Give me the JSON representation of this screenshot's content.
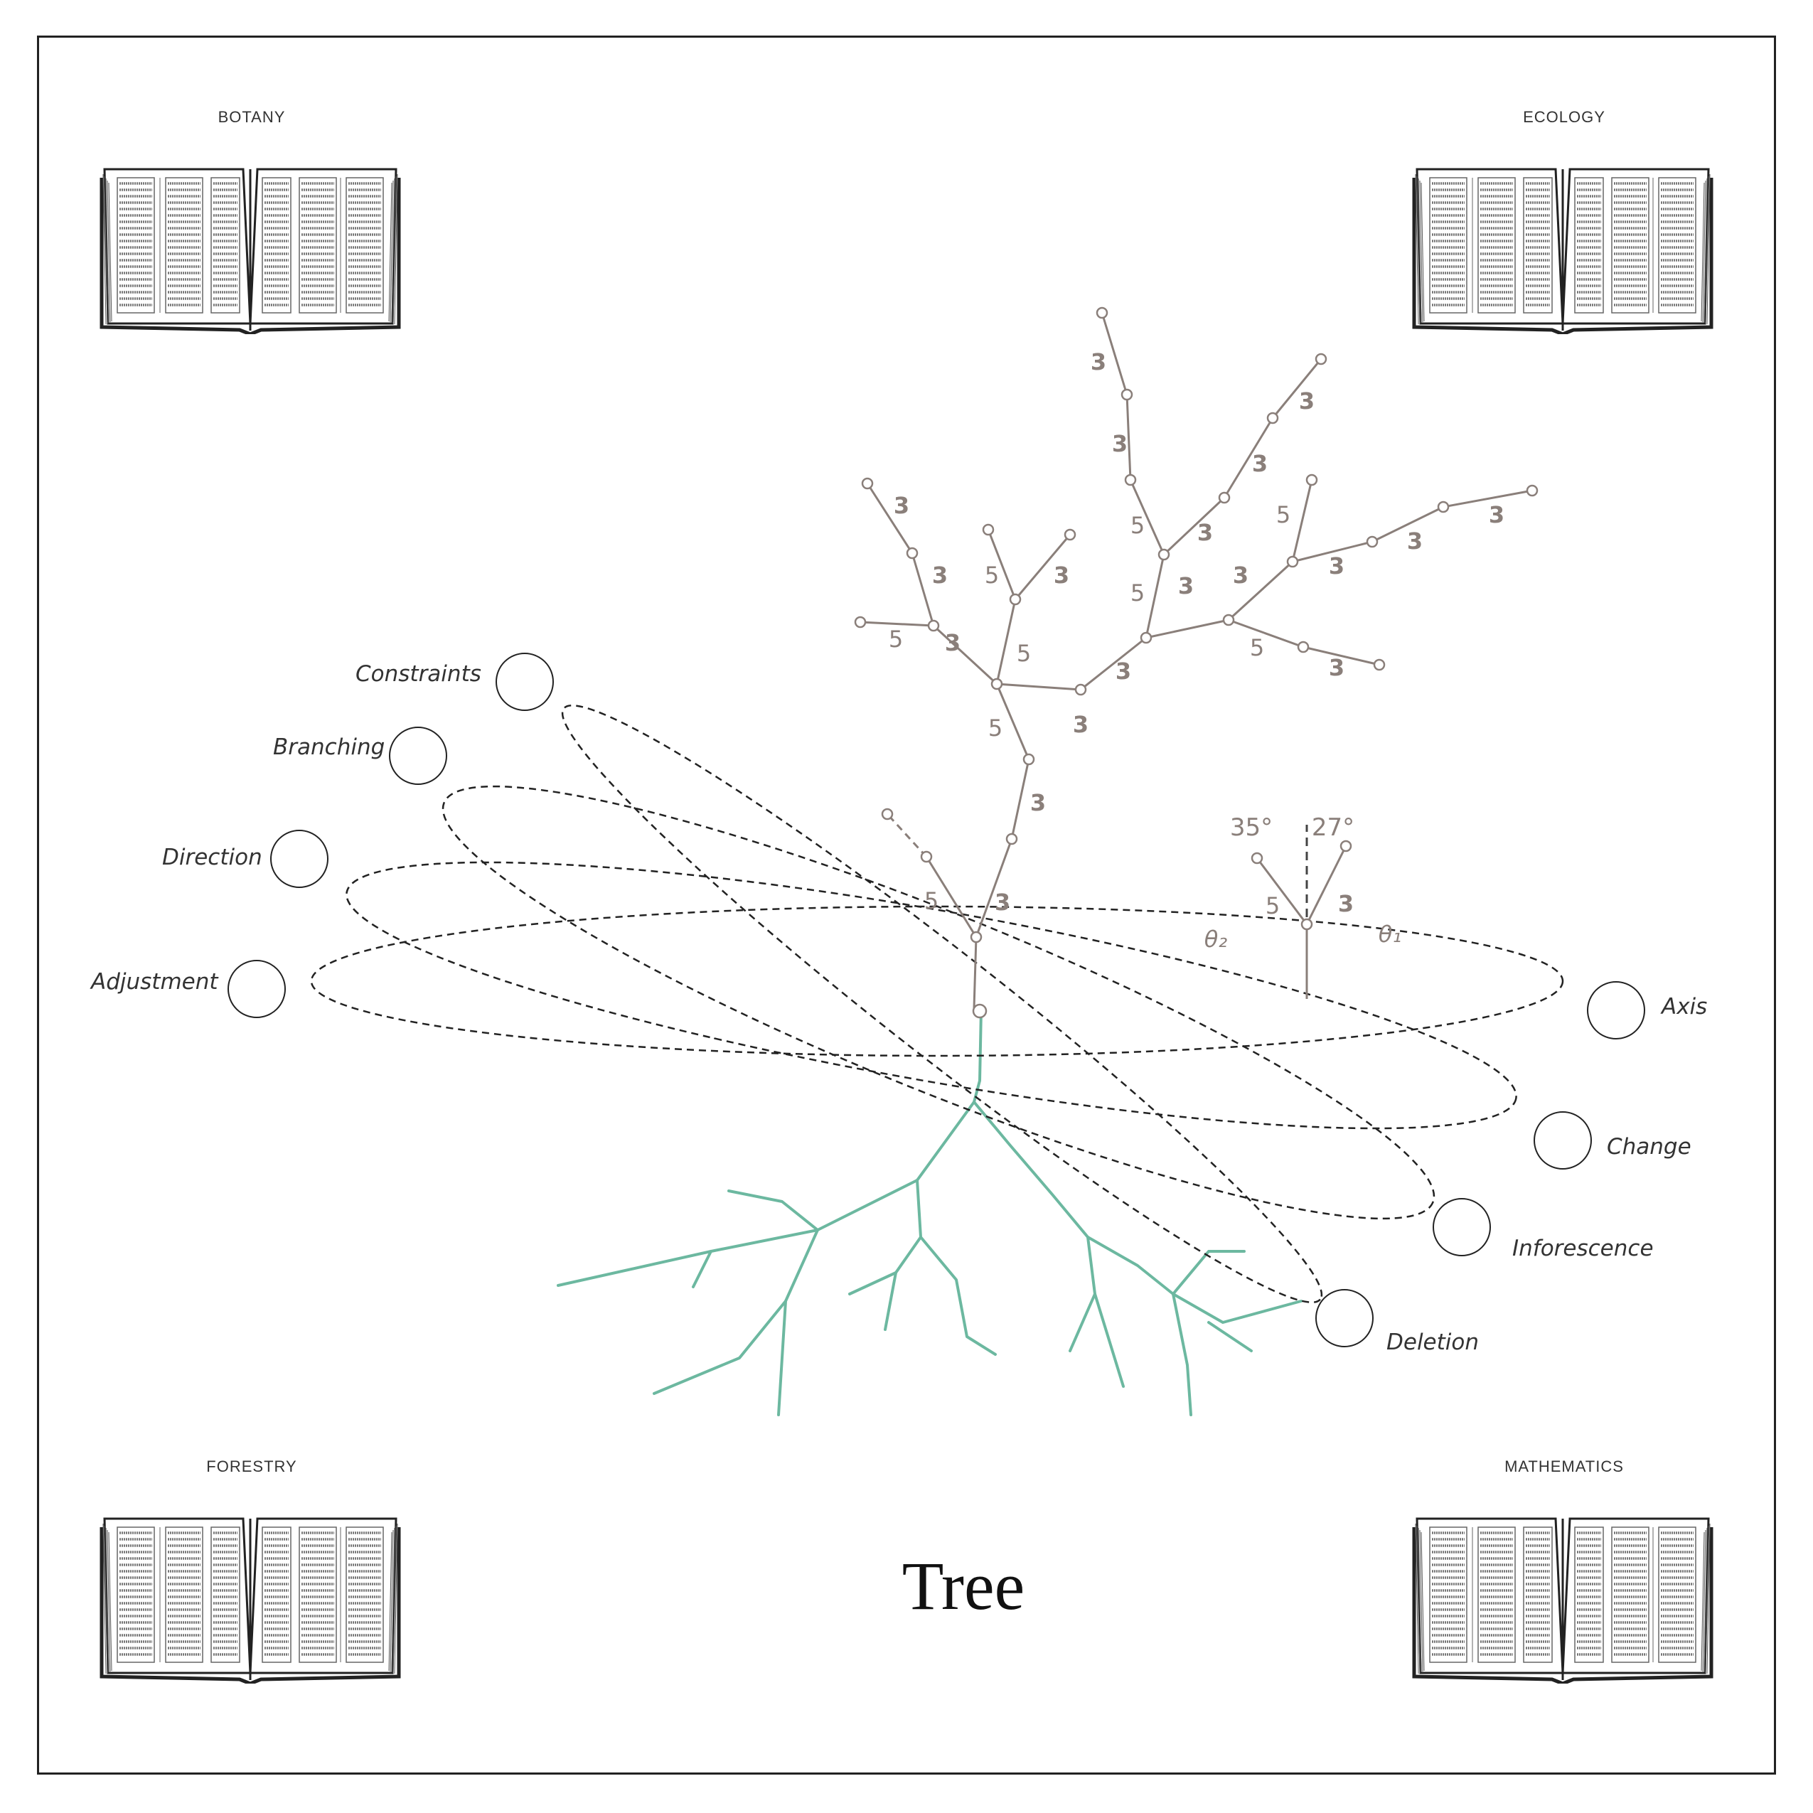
{
  "title": "Tree",
  "books": {
    "top_left": "BOTANY",
    "top_right": "ECOLOGY",
    "bottom_left": "FORESTRY",
    "bottom_right": "MATHEMATICS"
  },
  "nodes": {
    "constraints": "Constraints",
    "branching": "Branching",
    "direction": "Direction",
    "adjustment": "Adjustment",
    "axis": "Axis",
    "change": "Change",
    "inforescence": "Inforescence",
    "deletion": "Deletion"
  },
  "inset": {
    "angle_left": "35°",
    "angle_right": "27°",
    "theta_2": "θ₂",
    "theta_1": "θ₁",
    "branch_left": "5",
    "branch_right": "3"
  },
  "colors": {
    "branch": "#8a7f7a",
    "root": "#6cb8a0",
    "ink": "#222222"
  }
}
